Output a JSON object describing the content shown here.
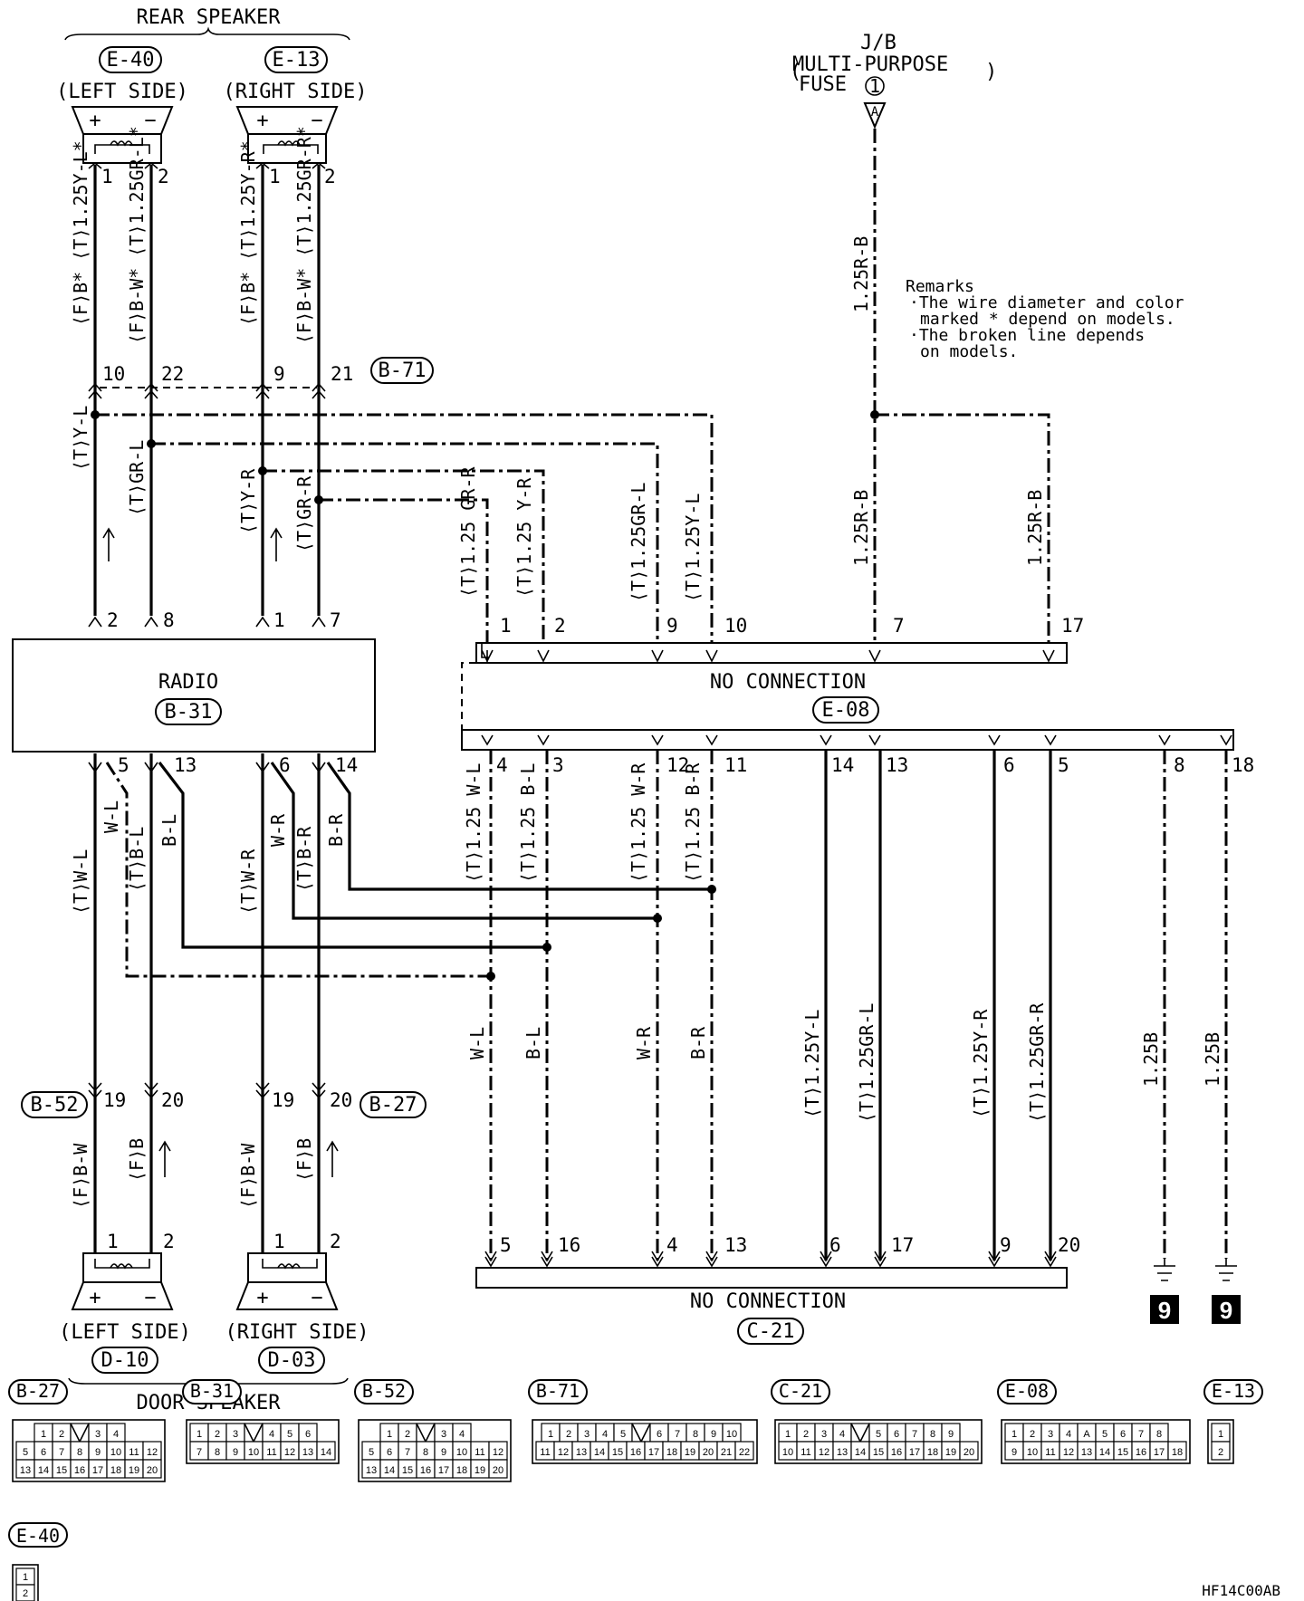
{
  "rear_speaker": {
    "title": "REAR SPEAKER",
    "left": {
      "conn": "E-40",
      "side": "(LEFT SIDE)"
    },
    "right": {
      "conn": "E-13",
      "side": "(RIGHT SIDE)"
    },
    "plus": "+",
    "minus": "−"
  },
  "door_speaker": {
    "title": "DOOR SPEAKER",
    "left": {
      "conn": "D-10",
      "side": "(LEFT SIDE)"
    },
    "right": {
      "conn": "D-03",
      "side": "(RIGHT SIDE)"
    },
    "plus": "+",
    "minus": "−"
  },
  "jb": {
    "line1": "J/B",
    "line2": "MULTI-PURPOSE",
    "line3": "FUSE",
    "fuse_no": "1",
    "terminal": "A"
  },
  "remarks": {
    "title": "Remarks",
    "lines": [
      "·The wire diameter and color",
      "marked * depend on models.",
      "·The broken line depends",
      "on models."
    ]
  },
  "radio": {
    "name": "RADIO",
    "conn": "B-31"
  },
  "e08": {
    "label": "NO CONNECTION",
    "conn": "E-08"
  },
  "c21": {
    "label": "NO CONNECTION",
    "conn": "C-21"
  },
  "b71": {
    "conn": "B-71"
  },
  "b52": {
    "conn": "B-52"
  },
  "b27": {
    "conn": "B-27"
  },
  "wires_top": {
    "lsp1": "⟨F⟩B* ⟨T⟩1.25Y-L*",
    "lsp2": "⟨F⟩B-W* ⟨T⟩1.25GR-L*",
    "rsp1": "⟨F⟩B* ⟨T⟩1.25Y-R*",
    "rsp2": "⟨F⟩B-W* ⟨T⟩1.25GR-R*",
    "yl": "⟨T⟩Y-L",
    "grl": "⟨T⟩GR-L",
    "yr": "⟨T⟩Y-R",
    "grr": "⟨T⟩GR-R",
    "e1": "⟨T⟩1.25 GR-R",
    "e2": "⟨T⟩1.25 Y-R",
    "e9": "⟨T⟩1.25GR-L",
    "e10": "⟨T⟩1.25Y-L",
    "rb1": "1.25R-B",
    "rb2": "1.25R-B",
    "rb3": "1.25R-B"
  },
  "wires_bottom": {
    "wl": "⟨T⟩W-L",
    "wl2": "W-L",
    "bl": "⟨T⟩B-L",
    "bl2": "B-L",
    "wr": "⟨T⟩W-R",
    "wr2": "W-R",
    "br": "⟨T⟩B-R",
    "br2": "B-R",
    "e4": "⟨T⟩1.25 W-L",
    "e3": "⟨T⟩1.25 B-L",
    "e12": "⟨T⟩1.25 W-R",
    "e11": "⟨T⟩1.25 B-R",
    "c_wl": "W-L",
    "c_bl": "B-L",
    "c_wr": "W-R",
    "c_br": "B-R",
    "c14": "⟨T⟩1.25Y-L",
    "c13": "⟨T⟩1.25GR-L",
    "c6": "⟨T⟩1.25Y-R",
    "c5": "⟨T⟩1.25GR-R",
    "g1": "1.25B",
    "g2": "1.25B",
    "d1": "⟨F⟩B-W",
    "d2": "⟨F⟩B",
    "d3": "⟨F⟩B-W",
    "d4": "⟨F⟩B"
  },
  "pins": {
    "sp_top": [
      "1",
      "2",
      "1",
      "2"
    ],
    "b71": [
      "10",
      "22",
      "9",
      "21"
    ],
    "radio_top": [
      "2",
      "8",
      "1",
      "7"
    ],
    "radio_bottom": [
      "5",
      "13",
      "6",
      "14"
    ],
    "e08_top": [
      "1",
      "2",
      "9",
      "10",
      "7",
      "17"
    ],
    "e08_bottom": [
      "4",
      "3",
      "12",
      "11",
      "14",
      "13",
      "6",
      "5",
      "8",
      "18"
    ],
    "c21": [
      "5",
      "16",
      "4",
      "13",
      "6",
      "17",
      "9",
      "20"
    ],
    "b52_b27": [
      "19",
      "20",
      "19",
      "20"
    ],
    "sp_bottom": [
      "1",
      "2",
      "1",
      "2"
    ]
  },
  "ground": "9",
  "footer_code": "HF14C00AB",
  "connector_views": [
    {
      "id": "B-27",
      "rows": [
        [
          "1",
          "2",
          "",
          "3",
          "4"
        ],
        [
          "5",
          "6",
          "7",
          "8",
          "9",
          "10",
          "11",
          "12"
        ],
        [
          "13",
          "14",
          "15",
          "16",
          "17",
          "18",
          "19",
          "20"
        ]
      ]
    },
    {
      "id": "B-31",
      "rows": [
        [
          "1",
          "2",
          "3",
          "",
          "4",
          "5",
          "6"
        ],
        [
          "7",
          "8",
          "9",
          "10",
          "11",
          "12",
          "13",
          "14"
        ]
      ]
    },
    {
      "id": "B-52",
      "rows": [
        [
          "1",
          "2",
          "",
          "3",
          "4"
        ],
        [
          "5",
          "6",
          "7",
          "8",
          "9",
          "10",
          "11",
          "12"
        ],
        [
          "13",
          "14",
          "15",
          "16",
          "17",
          "18",
          "19",
          "20"
        ]
      ]
    },
    {
      "id": "B-71",
      "rows": [
        [
          "1",
          "2",
          "3",
          "4",
          "5",
          "",
          "6",
          "7",
          "8",
          "9",
          "10"
        ],
        [
          "11",
          "12",
          "13",
          "14",
          "15",
          "16",
          "17",
          "18",
          "19",
          "20",
          "21",
          "22"
        ]
      ]
    },
    {
      "id": "C-21",
      "rows": [
        [
          "1",
          "2",
          "3",
          "4",
          "",
          "5",
          "6",
          "7",
          "8",
          "9"
        ],
        [
          "10",
          "11",
          "12",
          "13",
          "14",
          "15",
          "16",
          "17",
          "18",
          "19",
          "20"
        ]
      ]
    },
    {
      "id": "E-08",
      "rows": [
        [
          "1",
          "2",
          "3",
          "4",
          "A",
          "5",
          "6",
          "7",
          "8"
        ],
        [
          "9",
          "10",
          "11",
          "12",
          "13",
          "14",
          "15",
          "16",
          "17",
          "18"
        ]
      ]
    },
    {
      "id": "E-13",
      "rows": [
        [
          "1"
        ],
        [
          "2"
        ]
      ]
    },
    {
      "id": "E-40",
      "rows": [
        [
          "1"
        ],
        [
          "2"
        ]
      ]
    }
  ]
}
